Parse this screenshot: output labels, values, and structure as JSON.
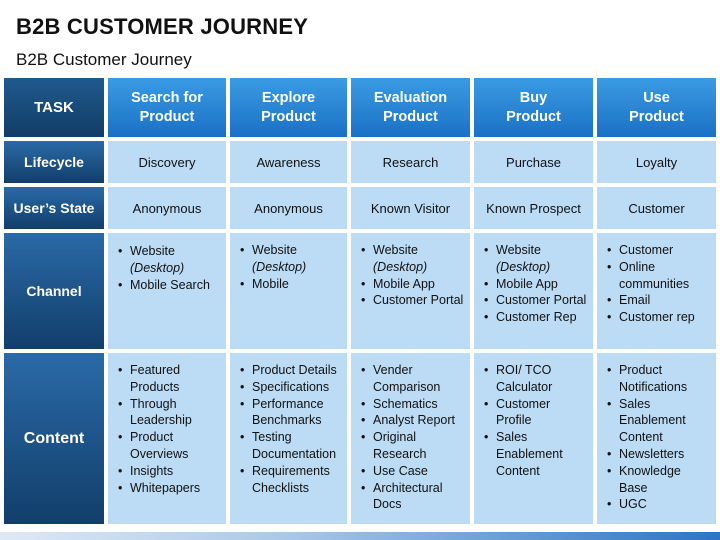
{
  "title": "B2B CUSTOMER JOURNEY",
  "subtitle": "B2B Customer Journey",
  "header": {
    "task": "TASK",
    "stages": [
      {
        "line1": "Search for",
        "line2": "Product"
      },
      {
        "line1": "Explore",
        "line2": "Product"
      },
      {
        "line1": "Evaluation",
        "line2": "Product"
      },
      {
        "line1": "Buy",
        "line2": "Product"
      },
      {
        "line1": "Use",
        "line2": "Product"
      }
    ]
  },
  "rows": {
    "lifecycle": {
      "label": "Lifecycle",
      "values": [
        "Discovery",
        "Awareness",
        "Research",
        "Purchase",
        "Loyalty"
      ]
    },
    "users_state": {
      "label": "User’s State",
      "values": [
        "Anonymous",
        "Anonymous",
        "Known Visitor",
        "Known Prospect",
        "Customer"
      ]
    },
    "channel": {
      "label": "Channel",
      "cells": [
        [
          {
            "text": "Website",
            "sub": "(Desktop)"
          },
          {
            "text": "Mobile Search"
          }
        ],
        [
          {
            "text": "Website",
            "sub": "(Desktop)"
          },
          {
            "text": "Mobile"
          }
        ],
        [
          {
            "text": "Website",
            "sub": "(Desktop)"
          },
          {
            "text": "Mobile App"
          },
          {
            "text": "Customer Portal"
          }
        ],
        [
          {
            "text": "Website",
            "sub": "(Desktop)"
          },
          {
            "text": "Mobile App"
          },
          {
            "text": "Customer Portal"
          },
          {
            "text": "Customer Rep"
          }
        ],
        [
          {
            "text": "Customer"
          },
          {
            "text": "Online communities"
          },
          {
            "text": "Email"
          },
          {
            "text": "Customer rep"
          }
        ]
      ]
    },
    "content": {
      "label": "Content",
      "cells": [
        [
          "Featured Products",
          "Through Leadership",
          "Product Overviews",
          "Insights",
          "Whitepapers"
        ],
        [
          "Product Details",
          "Specifications",
          "Performance Benchmarks",
          "Testing Documentation",
          "Requirements Checklists"
        ],
        [
          "Vender Comparison",
          "Schematics",
          "Analyst Report",
          "Original Research",
          "Use Case",
          "Architectural Docs"
        ],
        [
          "ROI/ TCO Calculator",
          "Customer Profile",
          "Sales Enablement Content"
        ],
        [
          "Product Notifications",
          "Sales Enablement Content",
          "Newsletters",
          "Knowledge Base",
          "UGC"
        ]
      ]
    }
  }
}
